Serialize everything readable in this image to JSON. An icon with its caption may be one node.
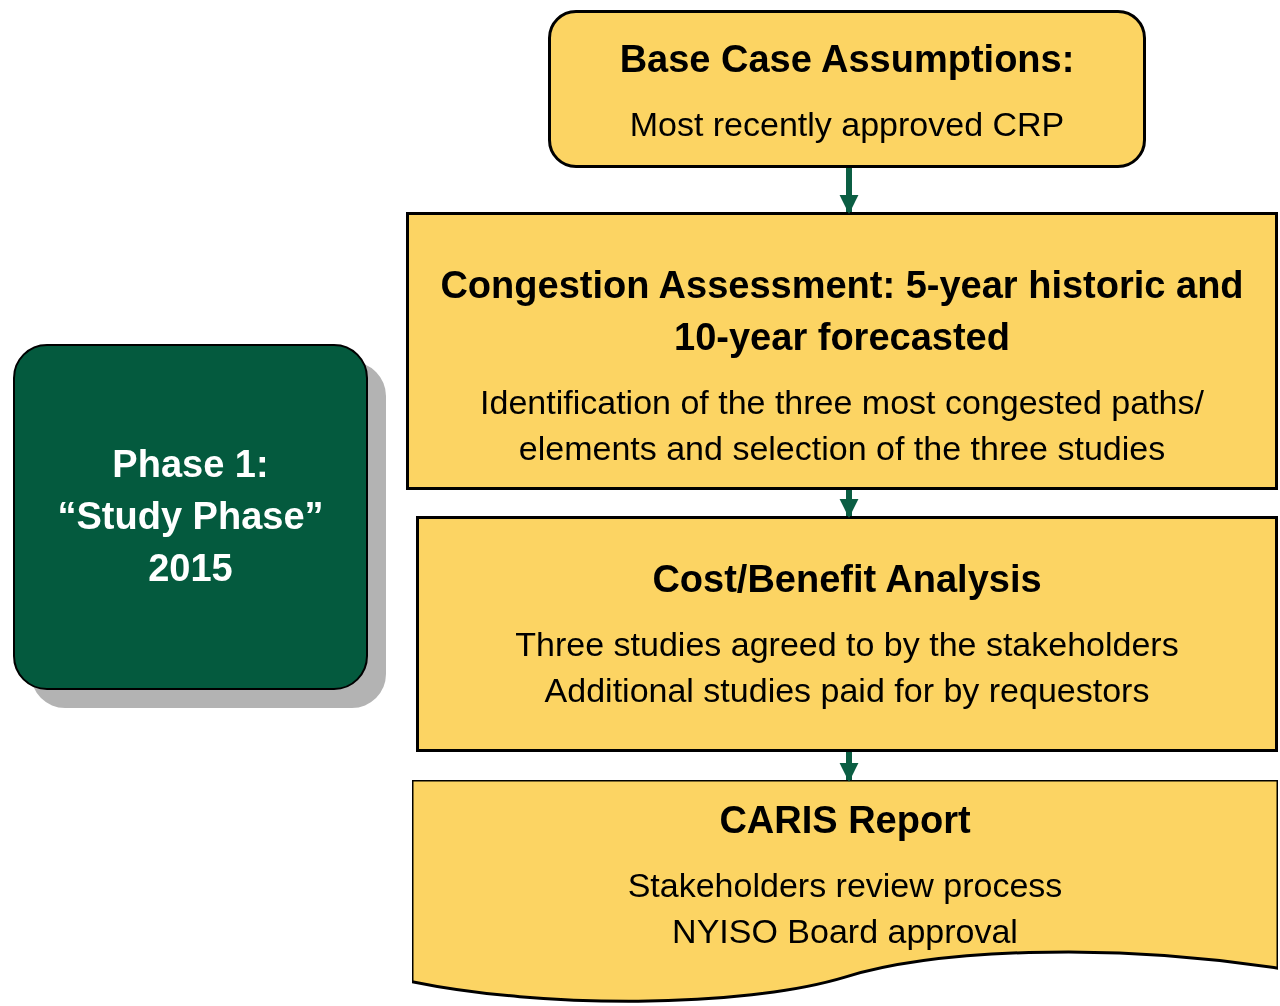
{
  "diagram": {
    "nodes": [
      {
        "text": [
          "Base Case Assumptions:",
          "Most recently approved CRP"
        ]
      },
      {
        "text": [
          "Congestion Assessment: 5-year historic and 10-year forecasted",
          "Identification of the three most congested paths/ elements and selection of the three studies"
        ]
      },
      {
        "text": [
          "Cost/Benefit Analysis",
          "Three studies agreed to by the stakeholders",
          "Additional studies paid for by requestors"
        ]
      },
      {
        "text": [
          "CARIS Report",
          "Stakeholders review process",
          "NYISO Board approval"
        ]
      },
      {
        "text": [
          "Phase 1:",
          "“Study Phase”",
          "2015"
        ]
      }
    ],
    "edges": [
      {
        "from": 0,
        "to": 1,
        "arrow": "to",
        "color": "#0b5e43"
      },
      {
        "from": 1,
        "to": 2,
        "arrow": "to",
        "color": "#0b5e43"
      },
      {
        "from": 2,
        "to": 3,
        "arrow": "to",
        "color": "#0b5e43"
      }
    ]
  }
}
